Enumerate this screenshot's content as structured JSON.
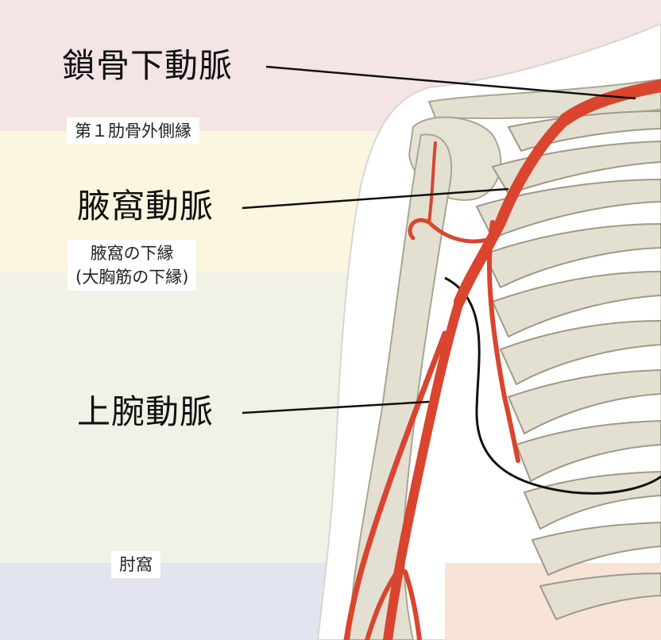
{
  "labels": {
    "subclavian": "鎖骨下動脈",
    "axillary": "腋窩動脈",
    "brachial": "上腕動脈",
    "rib1_border": "第１肋骨外側縁",
    "axilla_border_line1": "腋窩の下縁",
    "axilla_border_line2": "(大胸筋の下縁)",
    "cubital_fossa": "肘窩"
  },
  "colors": {
    "band_subclavian": "#f4e4e4",
    "band_axillary": "#fbf6df",
    "band_brachial": "#f1f1e8",
    "band_cubital": "#e2e5ef",
    "artery": "#d9452f",
    "bone": "#e3e0d1",
    "skin": "#ffffff"
  }
}
